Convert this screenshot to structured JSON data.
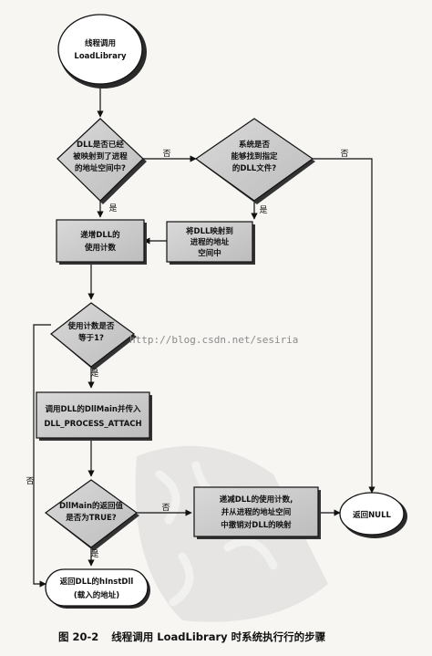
{
  "nodes": {
    "start": [
      "线程调用",
      "LoadLibrary"
    ],
    "q_mapped": [
      "DLL是否已经",
      "被映射到了进程",
      "的地址空间中?"
    ],
    "q_found": [
      "系统是否",
      "能够找到指定",
      "的DLL文件?"
    ],
    "inc_count": [
      "递增DLL的",
      "使用计数"
    ],
    "map_dll": [
      "将DLL映射到",
      "进程的地址",
      "空间中"
    ],
    "q_count1": [
      "使用计数是否",
      "等于1?"
    ],
    "call_dllmain": [
      "调用DLL的DllMain并传入",
      "DLL_PROCESS_ATTACH"
    ],
    "q_true": [
      "DllMain的返回值",
      "是否为TRUE?"
    ],
    "dec_unmap": [
      "递减DLL的使用计数,",
      "并从进程的地址空间",
      "中撤销对DLL的映射"
    ],
    "return_null": [
      "返回NULL"
    ],
    "return_hinst": [
      "返回DLL的hInstDll",
      "(载入的地址)"
    ]
  },
  "edge_labels": {
    "yes": "是",
    "no": "否"
  },
  "watermark": "http://blog.csdn.net/sesiria",
  "caption": {
    "number": "图 20-2",
    "text": "线程调用 LoadLibrary 时系统执行行的步骤"
  }
}
